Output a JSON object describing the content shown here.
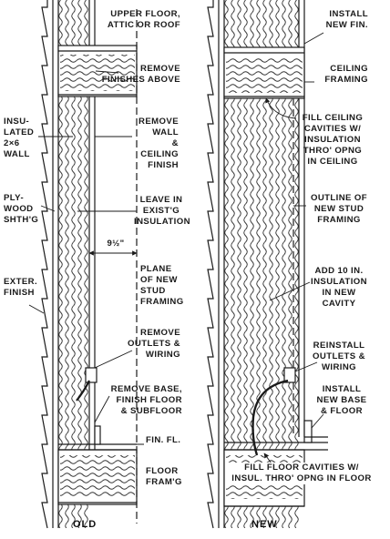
{
  "colors": {
    "line": "#1a1a1a",
    "insulation": "#333333",
    "background": "#ffffff"
  },
  "captions": {
    "old": "OLD",
    "new": "NEW"
  },
  "labels": {
    "upper_floor": "UPPER FLOOR,\nATTIC OR ROOF",
    "remove_finishes": "REMOVE\nFINISHES ABOVE",
    "insulated_wall": "INSU-\nLATED\n2×6\nWALL",
    "remove_wall_ceiling": "REMOVE\nWALL\n&\nCEILING\nFINISH",
    "plywood": "PLY-\nWOOD\nSHTH'G",
    "leave_insulation": "LEAVE IN\nEXIST'G\nINSULATION",
    "dimension": "9½\"",
    "exter_finish": "EXTER.\nFINISH",
    "plane_new_stud": "PLANE\nOF NEW\nSTUD\nFRAMING",
    "remove_outlets": "REMOVE\nOUTLETS &\nWIRING",
    "remove_base": "REMOVE BASE,\nFINISH FLOOR\n& SUBFLOOR",
    "fin_fl": "FIN. FL.",
    "floor_framg": "FLOOR\nFRAM'G",
    "install_new_fin": "INSTALL\nNEW FIN.",
    "ceiling_framing": "CEILING\nFRAMING",
    "fill_ceiling": "FILL CEILING\nCAVITIES W/\nINSULATION\nTHRO' OPNG\nIN CEILING",
    "outline_new_stud": "OUTLINE OF\nNEW STUD\nFRAMING",
    "add_insulation": "ADD 10 IN.\nINSULATION\nIN NEW\nCAVITY",
    "reinstall_outlets": "REINSTALL\nOUTLETS &\nWIRING",
    "install_new_base": "INSTALL\nNEW BASE\n& FLOOR",
    "fill_floor": "FILL FLOOR CAVITIES W/\nINSUL. THRO' OPNG IN FLOOR"
  }
}
